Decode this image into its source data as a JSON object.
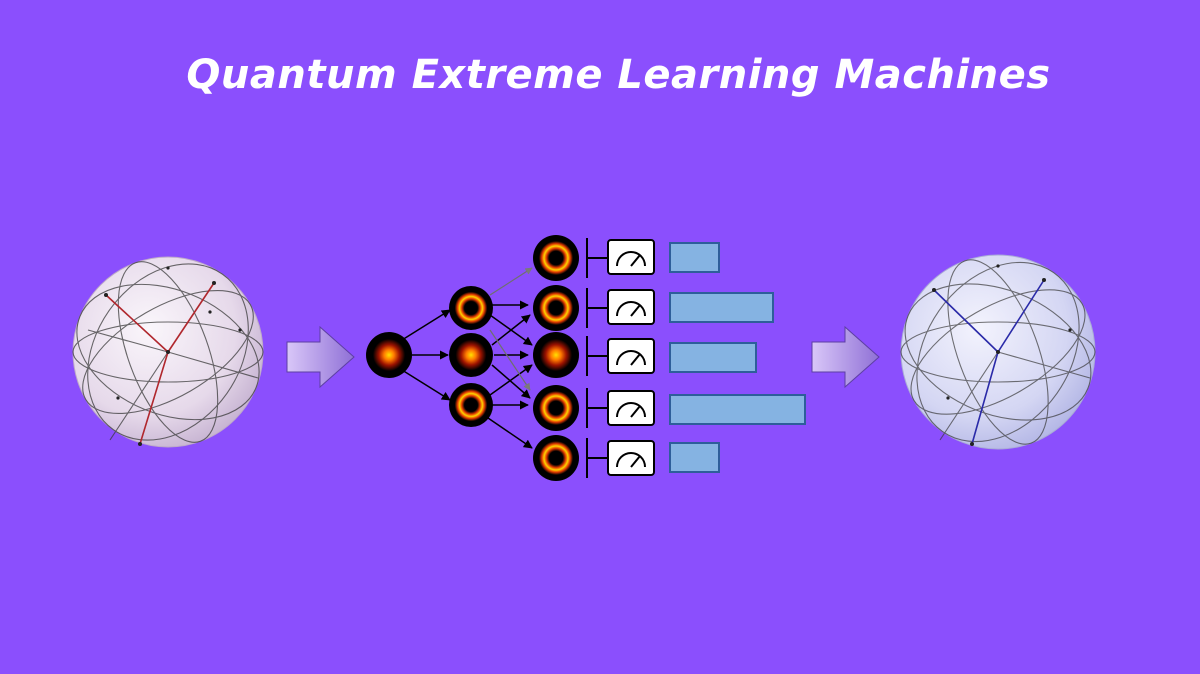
{
  "title": "Quantum Extreme Learning Machines",
  "colors": {
    "background": "#8b4ffd",
    "bar_fill": "#85b3e2",
    "bar_stroke": "#2e5e9a",
    "arrow_fill": "#b59bf5",
    "input_vector": "#b0272d",
    "output_vector": "#2a2aa8"
  },
  "icons": [
    "input-bloch-sphere",
    "arrow-right-icon",
    "source-node",
    "ring-node",
    "meter-icon",
    "output-bar",
    "output-bloch-sphere"
  ],
  "readout": {
    "relative_values": [
      0.45,
      0.95,
      0.8,
      1.25,
      0.45
    ],
    "note_units": "relative"
  }
}
